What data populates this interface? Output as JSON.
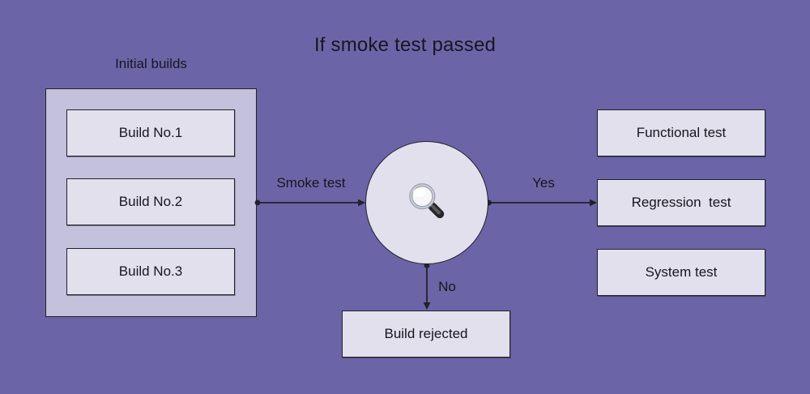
{
  "title": "If smoke test passed",
  "groups": {
    "initial_builds": {
      "label": "Initial builds",
      "builds": [
        "Build No.1",
        "Build No.2",
        "Build No.3"
      ]
    }
  },
  "decision": {
    "icon": "magnifier",
    "edges": {
      "in_label": "Smoke test",
      "yes_label": "Yes",
      "no_label": "No"
    }
  },
  "outcomes": {
    "passed": [
      "Functional test",
      "Regression  test",
      "System test"
    ],
    "failed": "Build rejected"
  },
  "colors": {
    "background": "#6B65A7",
    "group_fill": "#C4C1DD",
    "node_fill": "#E1E0EC",
    "stroke": "#232029"
  }
}
